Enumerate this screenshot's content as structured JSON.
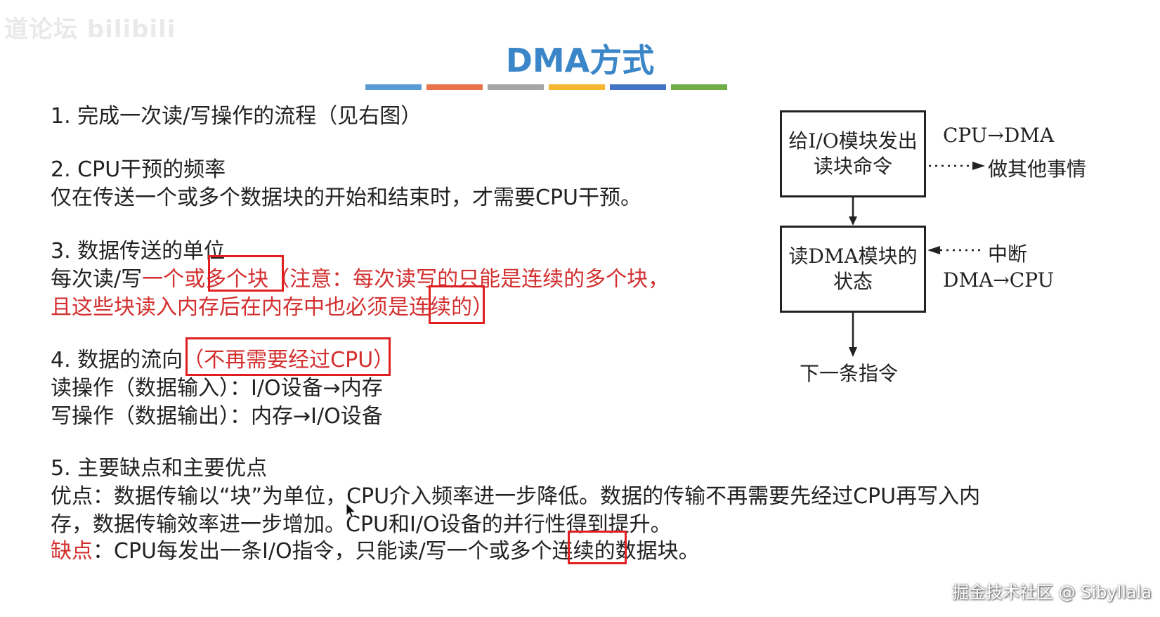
{
  "watermark_top": "道论坛 bilibili",
  "title": "DMA方式",
  "colors": {
    "title": "#3a86c8",
    "highlight": "#d32f2f",
    "bars": [
      "#5b9bd5",
      "#e8734a",
      "#a5a5a5",
      "#f5b731",
      "#4472c4",
      "#70ad47"
    ]
  },
  "lines": {
    "l1": "1. 完成一次读/写操作的流程（见右图）",
    "l2": "2. CPU干预的频率",
    "l3": "仅在传送一个或多个数据块的开始和结束时，才需要CPU干预。",
    "l4": "3. 数据传送的单位",
    "l5a": "每次读/写",
    "l5b": "一个或多个块（注意：每次读写的只能是连续的多个块，",
    "l6": "且这些块读入内存后在内存中也必须是连续的）",
    "l7a": "4. 数据的流向",
    "l7b": "（不再需要经过CPU）",
    "l8": "读操作（数据输入）：I/O设备→内存",
    "l9": "写操作（数据输出）：内存→I/O设备",
    "l10": "5. 主要缺点和主要优点",
    "l11": "优点：数据传输以“块”为单位，CPU介入频率进一步降低。数据的传输不再需要先经过CPU再写入内",
    "l12": "存，数据传输效率进一步增加。CPU和I/O设备的并行性得到提升。",
    "l13a": "缺点",
    "l13b": "：CPU每发出一条I/O指令，只能读/写一个或多个连续的数据块。"
  },
  "diagram": {
    "box1_line1": "给I/O模块发出",
    "box1_line2": "读块命令",
    "label_cpu_dma": "CPU→DMA",
    "label_other": "做其他事情",
    "box2_line1": "读DMA模块的",
    "box2_line2": "状态",
    "label_interrupt": "中断",
    "label_dma_cpu": "DMA→CPU",
    "label_next": "下一条指令"
  },
  "watermark_bottom": "掘金技术社区 @ Sibyllala"
}
